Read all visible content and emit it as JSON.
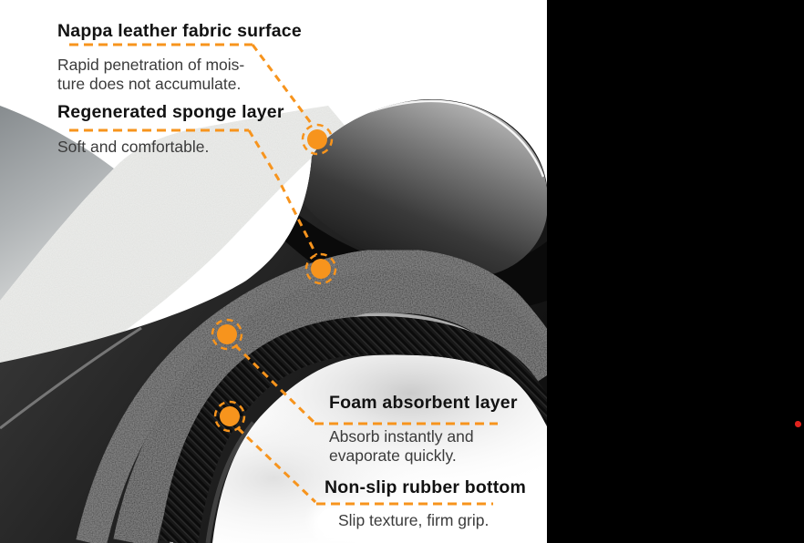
{
  "figure": {
    "type": "bath-mat layer cross-section infographic",
    "accent_color": "#F7941D",
    "panel_color": "#000000",
    "red_marker_color": "#E0231D",
    "callouts": [
      {
        "title": "Nappa leather fabric surface",
        "description": "Rapid penetration of mois-\nture does not accumulate."
      },
      {
        "title": "Regenerated sponge layer",
        "description": "Soft and comfortable."
      },
      {
        "title": "Foam absorbent layer",
        "description": "Absorb instantly and\nevaporate quickly."
      },
      {
        "title": "Non-slip rubber bottom",
        "description": "Slip texture, firm grip."
      }
    ]
  }
}
